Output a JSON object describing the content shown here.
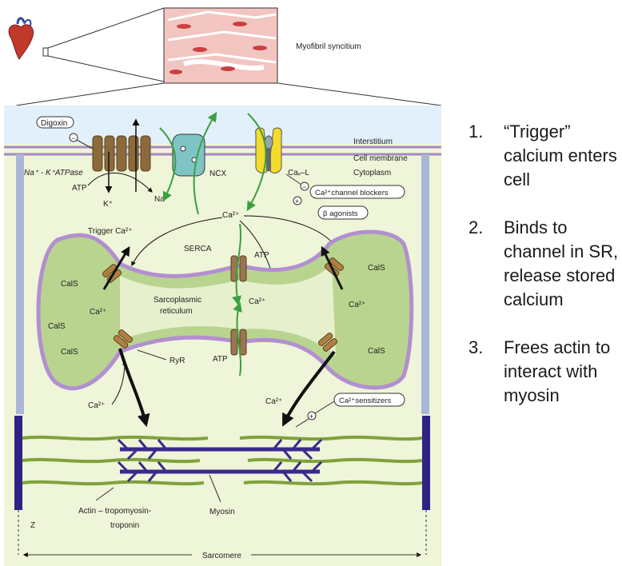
{
  "diagram": {
    "top": {
      "myofibril": "Myofibril syncitium"
    },
    "membrane": {
      "interstitium": "Interstitium",
      "cell_membrane": "Cell membrane",
      "cytoplasm": "Cytoplasm"
    },
    "pump": {
      "digoxin": "Digoxin",
      "minus": "−",
      "name": "Na⁺ - K⁺ATPase",
      "atp": "ATP",
      "k": "K⁺",
      "na": "Na⁺",
      "ncx": "NCX"
    },
    "channel": {
      "name": "Caᵥ–L",
      "minus": "−",
      "plus": "+",
      "blockers": "Ca²⁺channel blockers",
      "agonists": "β agonists"
    },
    "sr": {
      "ca_center": "Ca²⁺",
      "trigger": "Trigger Ca²⁺",
      "serca": "SERCA",
      "atp_top": "ATP",
      "atp_bottom": "ATP",
      "name_line1": "Sarcoplasmic",
      "name_line2": "reticulum",
      "ca_mid": "Ca²⁺",
      "cals": [
        "CalS",
        "CalS",
        "CalS",
        "CalS",
        "CalS"
      ],
      "ca_left": "Ca²⁺",
      "ca_right": "Ca²⁺",
      "ryr": "RyR",
      "ca_lower_left": "Ca²⁺",
      "ca_lower_right": "Ca²⁺"
    },
    "sensitizers": {
      "label": "Ca²⁺sensitizers",
      "plus": "+"
    },
    "filaments": {
      "actin_line1": "Actin – tropomyosin-",
      "actin_line2": "troponin",
      "myosin": "Myosin",
      "z": "Z",
      "sarcomere": "Sarcomere"
    }
  },
  "steps": [
    {
      "num": "1.",
      "text": "“Trigger” calcium enters cell"
    },
    {
      "num": "2.",
      "text": "Binds to channel in SR, release stored calcium"
    },
    {
      "num": "3.",
      "text": "Frees actin to interact with myosin"
    }
  ]
}
